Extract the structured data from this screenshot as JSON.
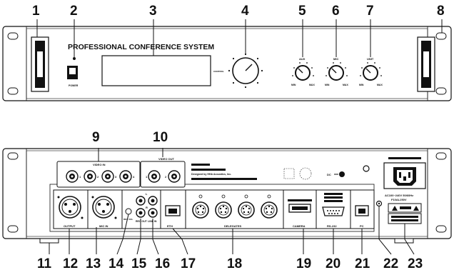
{
  "front_callouts": [
    "1",
    "2",
    "3",
    "4",
    "5",
    "6",
    "7",
    "8"
  ],
  "rear_callouts_top": [
    "9",
    "10"
  ],
  "rear_callouts_bottom": [
    "11",
    "12",
    "13",
    "14",
    "15",
    "16",
    "17",
    "18",
    "19",
    "20",
    "21",
    "22",
    "23"
  ],
  "front_panel": {
    "title": "PROFESSIONAL CONFERENCE SYSTEM",
    "power_label": "POWER",
    "knob_labels": [
      "AUX",
      "MIC",
      "UNIT"
    ],
    "min_label": "MIN",
    "max_label": "MAX"
  },
  "rear_panel": {
    "video_in_label": "VIDEO IN",
    "video_in_numbers": [
      "1",
      "2",
      "3",
      "4"
    ],
    "video_out_label": "VIDEO OUT",
    "video_out_numbers": [
      "1",
      "2"
    ],
    "output_label": "OUTPUT",
    "mic_in_label": "MIC IN",
    "rec_vol_label": "REC VOL",
    "rec_out_label": "REC OUT",
    "line_in_label": "LINE IN",
    "eth_label": "ETH",
    "delegates_label": "DELEGATES",
    "camera_label": "CAMERA",
    "rs232_label": "RS-232",
    "pc_label": "PC",
    "designed_by": "Designed by HHA Acoustics, Inc.",
    "power_input": "AC100~240V 50/60Hz",
    "fuse": "F10AL250V"
  }
}
